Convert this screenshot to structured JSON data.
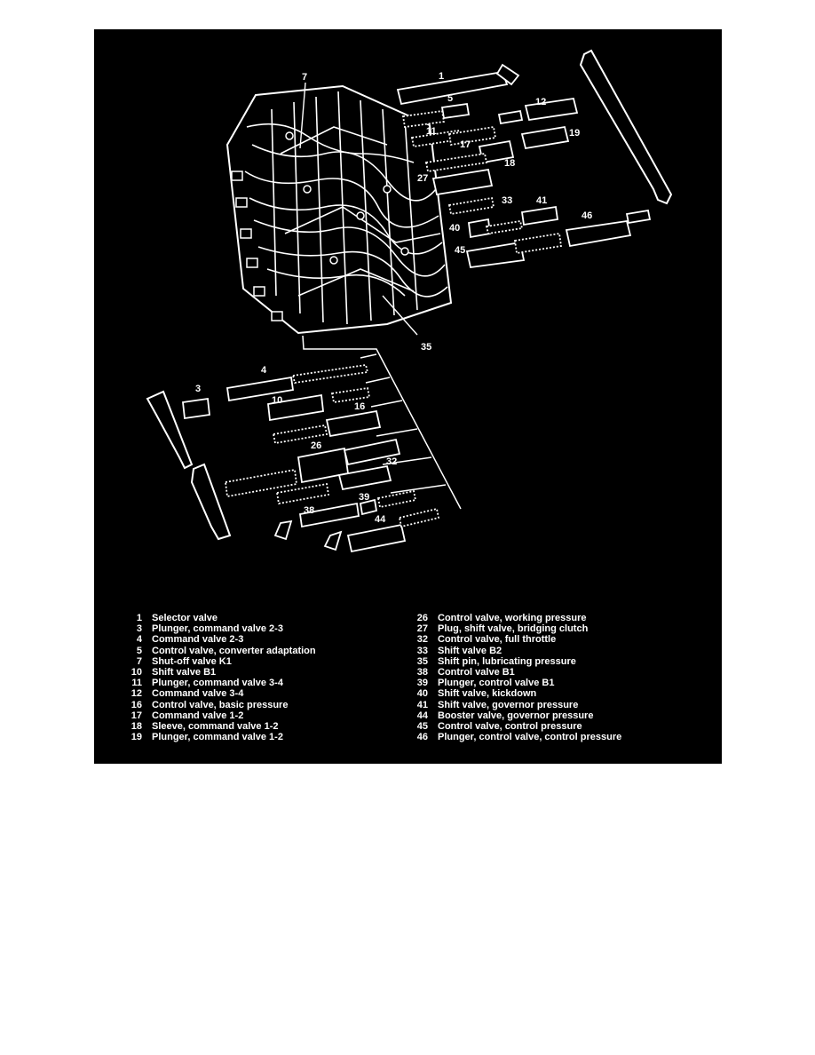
{
  "callouts": {
    "c1": "1",
    "c3": "3",
    "c4": "4",
    "c5": "5",
    "c7": "7",
    "c10": "10",
    "c11": "11",
    "c12": "12",
    "c16": "16",
    "c17": "17",
    "c18": "18",
    "c19": "19",
    "c26": "26",
    "c27": "27",
    "c32": "32",
    "c33": "33",
    "c35": "35",
    "c38": "38",
    "c39": "39",
    "c40": "40",
    "c41": "41",
    "c44": "44",
    "c45": "45",
    "c46": "46"
  },
  "legend": {
    "left": [
      {
        "num": "1",
        "text": "Selector valve"
      },
      {
        "num": "3",
        "text": "Plunger, command valve 2-3"
      },
      {
        "num": "4",
        "text": "Command valve 2-3"
      },
      {
        "num": "5",
        "text": "Control valve, converter adaptation"
      },
      {
        "num": "7",
        "text": "Shut-off valve K1"
      },
      {
        "num": "10",
        "text": "Shift valve B1"
      },
      {
        "num": "11",
        "text": "Plunger, command valve 3-4"
      },
      {
        "num": "12",
        "text": "Command valve 3-4"
      },
      {
        "num": "16",
        "text": "Control valve, basic pressure"
      },
      {
        "num": "17",
        "text": "Command valve 1-2"
      },
      {
        "num": "18",
        "text": "Sleeve, command valve 1-2"
      },
      {
        "num": "19",
        "text": "Plunger, command valve 1-2"
      }
    ],
    "right": [
      {
        "num": "26",
        "text": "Control valve, working pressure"
      },
      {
        "num": "27",
        "text": "Plug, shift valve, bridging clutch"
      },
      {
        "num": "32",
        "text": "Control valve, full throttle"
      },
      {
        "num": "33",
        "text": "Shift valve B2"
      },
      {
        "num": "35",
        "text": "Shift pin, lubricating pressure"
      },
      {
        "num": "38",
        "text": "Control valve B1"
      },
      {
        "num": "39",
        "text": "Plunger, control valve B1"
      },
      {
        "num": "40",
        "text": "Shift valve, kickdown"
      },
      {
        "num": "41",
        "text": "Shift valve, governor pressure"
      },
      {
        "num": "44",
        "text": "Booster valve, governor pressure"
      },
      {
        "num": "45",
        "text": "Control valve, control pressure"
      },
      {
        "num": "46",
        "text": "Plunger, control valve, control pressure"
      }
    ]
  }
}
